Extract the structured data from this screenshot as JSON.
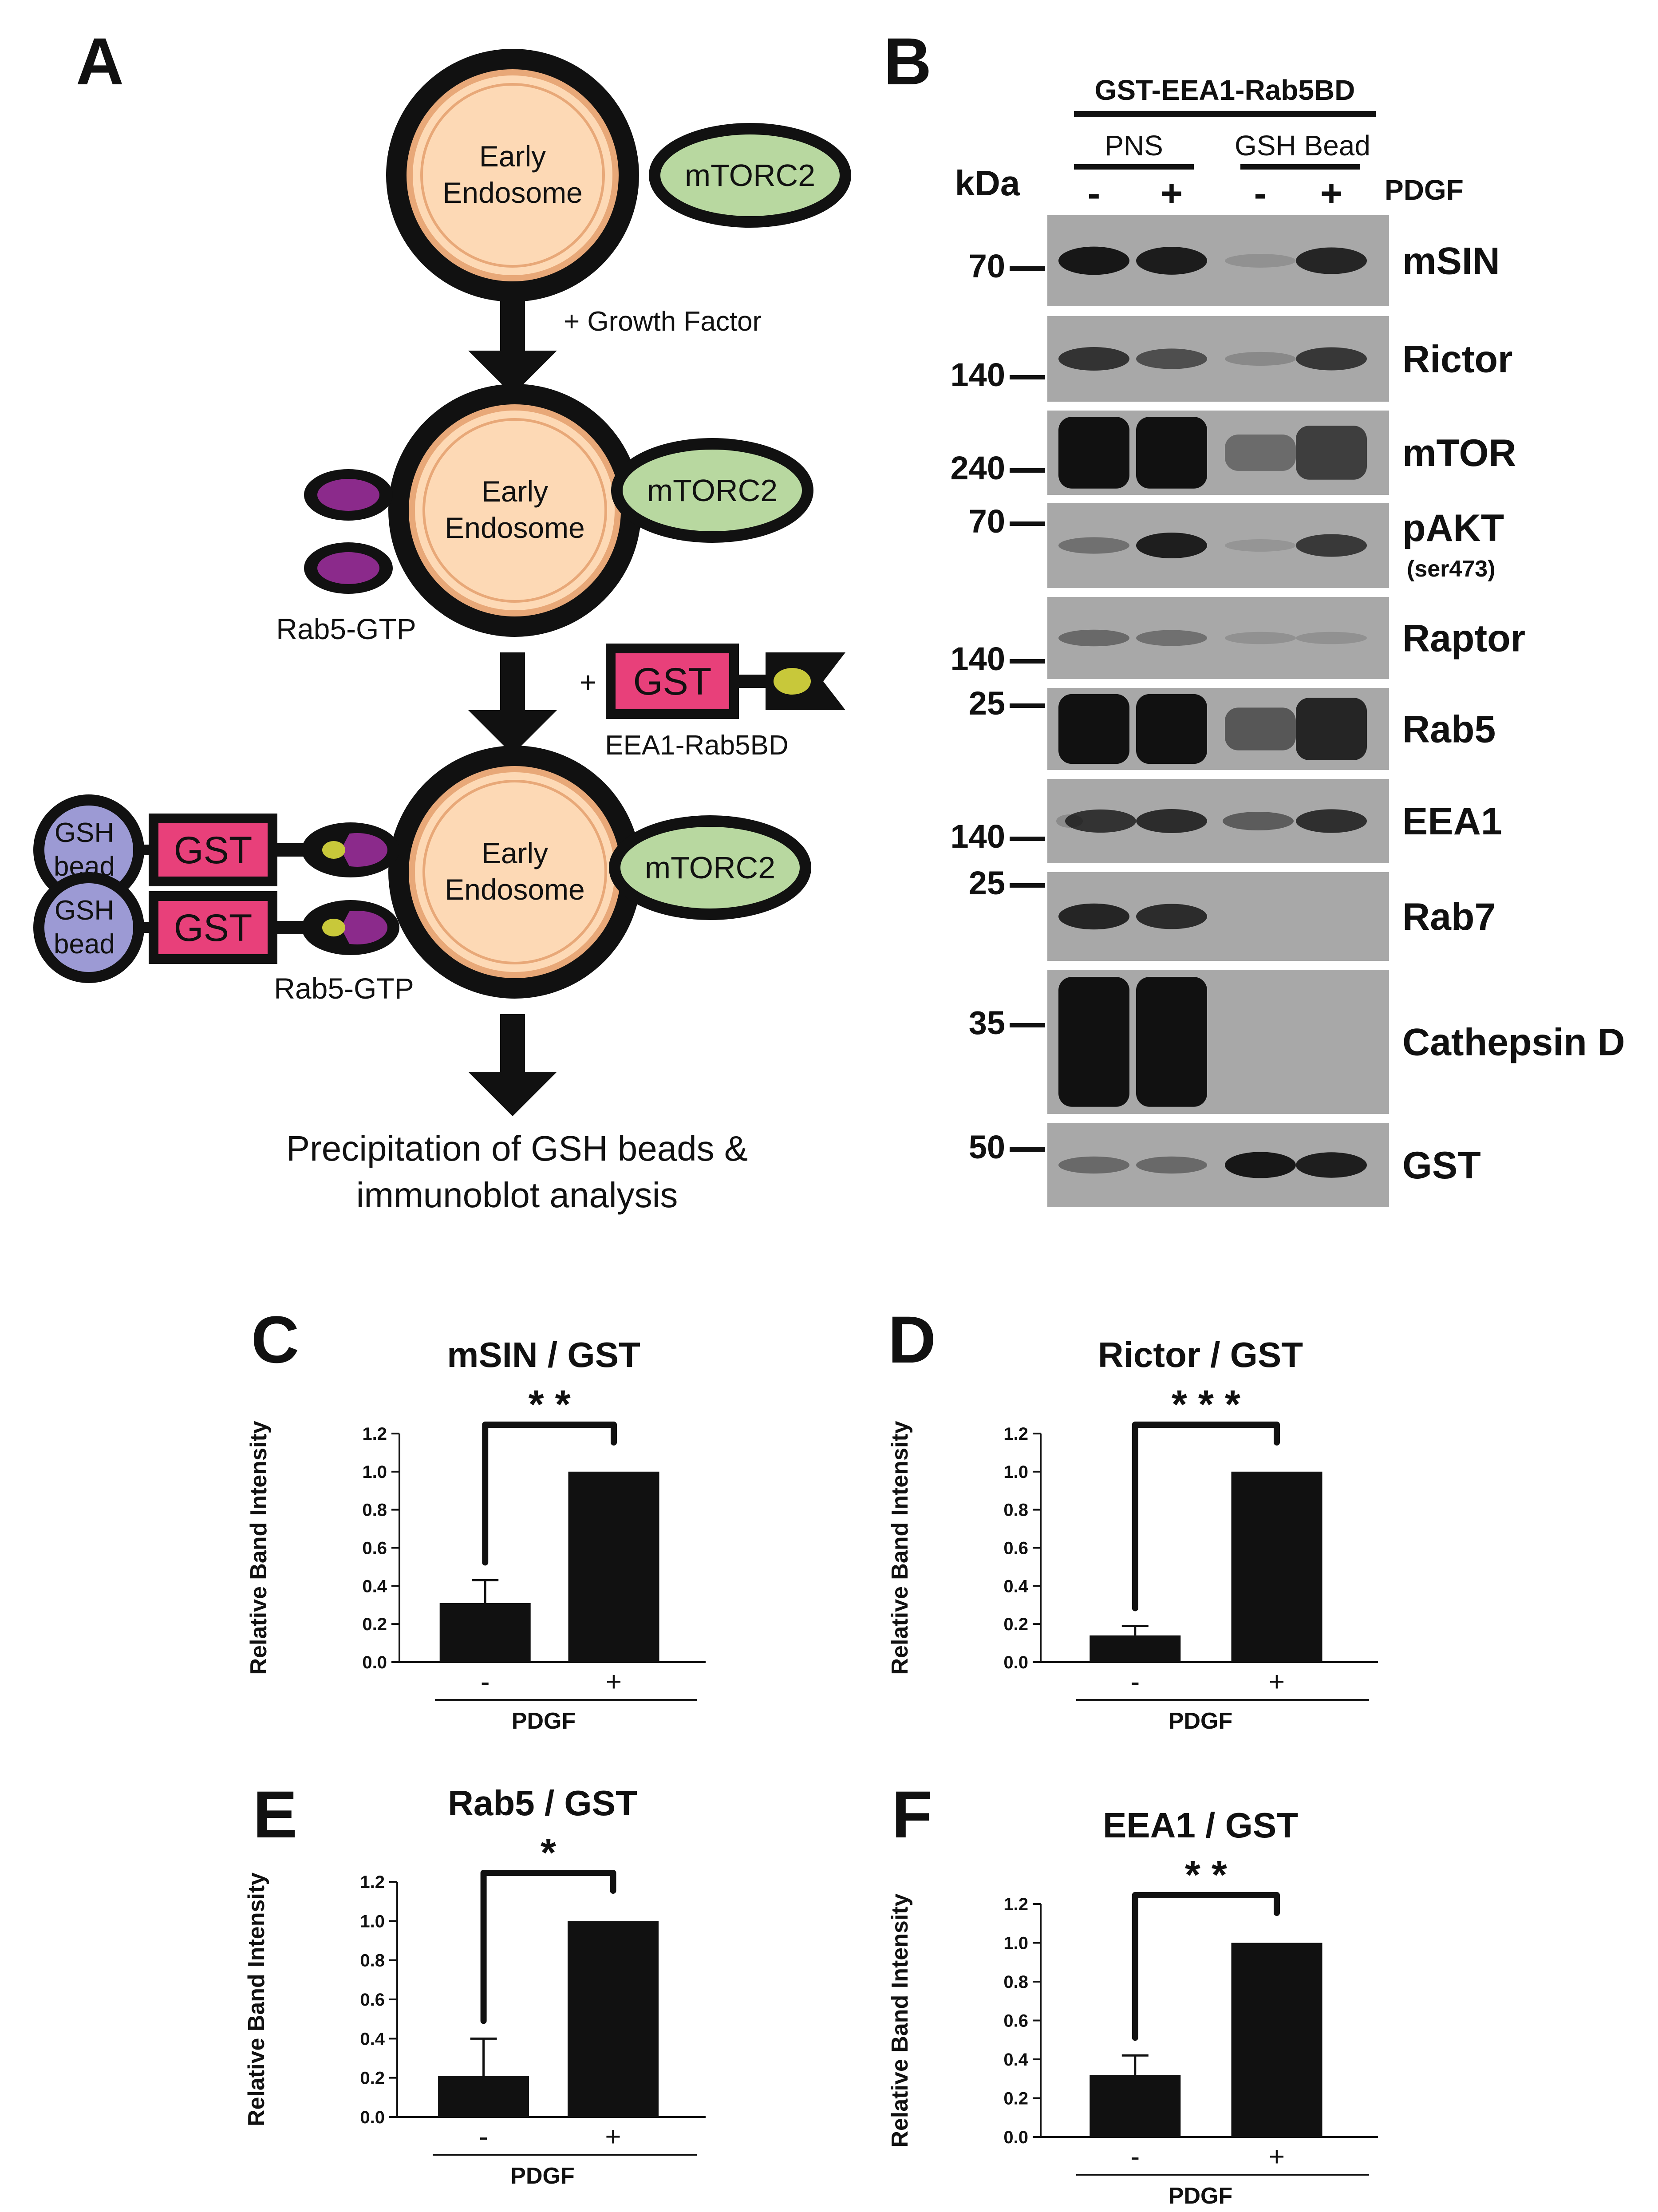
{
  "panel_labels": [
    "A",
    "B",
    "C",
    "D",
    "E",
    "F"
  ],
  "schematic": {
    "early_endosome": "Early Endosome",
    "early_endosome_lines": [
      "Early",
      "Endosome"
    ],
    "mtorc2": "mTORC2",
    "growth_factor": "+ Growth Factor",
    "rab5_gtp": "Rab5-GTP",
    "plus": "+",
    "gst": "GST",
    "eea1_rab5bd": "EEA1-Rab5BD",
    "gsh_bead_lines": [
      "GSH",
      "bead"
    ],
    "precipitation_lines": [
      "Precipitation of GSH beads &",
      "immunoblot analysis"
    ],
    "colors": {
      "endosome": "#fdd9b5",
      "ring": "#e8a878",
      "mtorc2": "#b8d8a0",
      "rab5": "#8b2a8b",
      "gst": "#e8407a",
      "bead": "#9c9ad4",
      "eea1_tip": "#c8c83a"
    }
  },
  "blot": {
    "construct": "GST-EEA1-Rab5BD",
    "groups": [
      "PNS",
      "GSH Bead"
    ],
    "kda": "kDa",
    "pdgf_label": "PDGF",
    "lane_signs": [
      "-",
      "+",
      "-",
      "+"
    ],
    "rows": [
      {
        "name": "mSIN",
        "sub": "",
        "markers": [
          "70"
        ],
        "bands": [
          0.95,
          0.92,
          0.06,
          0.85
        ]
      },
      {
        "name": "Rictor",
        "sub": "",
        "markers": [
          "140"
        ],
        "bands": [
          0.75,
          0.55,
          0.12,
          0.72
        ]
      },
      {
        "name": "mTOR",
        "sub": "",
        "markers": [
          "240"
        ],
        "bands": [
          1.0,
          1.0,
          0.3,
          0.65
        ]
      },
      {
        "name": "pAKT",
        "sub": "(ser473)",
        "markers": [
          "70"
        ],
        "bands": [
          0.3,
          0.9,
          0.03,
          0.7
        ]
      },
      {
        "name": "Raptor",
        "sub": "",
        "markers": [
          "140"
        ],
        "bands": [
          0.35,
          0.3,
          0.05,
          0.05
        ]
      },
      {
        "name": "Rab5",
        "sub": "",
        "markers": [
          "25"
        ],
        "bands": [
          1.0,
          1.0,
          0.45,
          0.85
        ]
      },
      {
        "name": "EEA1",
        "sub": "",
        "markers": [
          "140"
        ],
        "bands": [
          0.1,
          0.75,
          0.8,
          0.45,
          0.78
        ]
      },
      {
        "name": "Rab7",
        "sub": "",
        "markers": [
          "25"
        ],
        "bands": [
          0.85,
          0.8,
          0.0,
          0.0
        ]
      },
      {
        "name": "Cathepsin D",
        "sub": "",
        "markers": [
          "35"
        ],
        "bands": [
          1.0,
          1.0,
          0.0,
          0.0
        ]
      },
      {
        "name": "GST",
        "sub": "",
        "markers": [
          "50"
        ],
        "bands": [
          0.35,
          0.35,
          0.95,
          0.9
        ]
      }
    ]
  },
  "chart_data": [
    {
      "type": "bar",
      "panel": "C",
      "title": "mSIN / GST",
      "ylabel": "Relative Band Intensity",
      "xlabel": "PDGF",
      "categories": [
        "-",
        "+"
      ],
      "values": [
        0.31,
        1.0
      ],
      "errors": [
        0.12,
        0.0
      ],
      "ylim": [
        0,
        1.2
      ],
      "yticks": [
        "0.0",
        "0.2",
        "0.4",
        "0.6",
        "0.8",
        "1.0",
        "1.2"
      ],
      "significance": "* *"
    },
    {
      "type": "bar",
      "panel": "D",
      "title": "Rictor / GST",
      "ylabel": "Relative Band Intensity",
      "xlabel": "PDGF",
      "categories": [
        "-",
        "+"
      ],
      "values": [
        0.14,
        1.0
      ],
      "errors": [
        0.05,
        0.0
      ],
      "ylim": [
        0,
        1.2
      ],
      "yticks": [
        "0.0",
        "0.2",
        "0.4",
        "0.6",
        "0.8",
        "1.0",
        "1.2"
      ],
      "significance": "* * *"
    },
    {
      "type": "bar",
      "panel": "E",
      "title": "Rab5 / GST",
      "ylabel": "Relative Band Intensity",
      "xlabel": "PDGF",
      "categories": [
        "-",
        "+"
      ],
      "values": [
        0.21,
        1.0
      ],
      "errors": [
        0.19,
        0.0
      ],
      "ylim": [
        0,
        1.2
      ],
      "yticks": [
        "0.0",
        "0.2",
        "0.4",
        "0.6",
        "0.8",
        "1.0",
        "1.2"
      ],
      "significance": "*"
    },
    {
      "type": "bar",
      "panel": "F",
      "title": "EEA1 / GST",
      "ylabel": "Relative Band Intensity",
      "xlabel": "PDGF",
      "categories": [
        "-",
        "+"
      ],
      "values": [
        0.32,
        1.0
      ],
      "errors": [
        0.1,
        0.0
      ],
      "ylim": [
        0,
        1.2
      ],
      "yticks": [
        "0.0",
        "0.2",
        "0.4",
        "0.6",
        "0.8",
        "1.0",
        "1.2"
      ],
      "significance": "* *"
    }
  ]
}
